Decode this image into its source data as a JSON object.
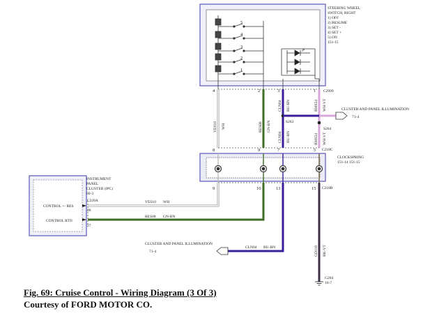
{
  "colors": {
    "box_border": "#5a58b8",
    "box_fill": "#ececf7",
    "wire_white": "#bdbdbd",
    "wire_gn_bn": "#3f6e25",
    "wire_bu_bn": "#3a1f9a",
    "wire_bk_vt": "#3b3246",
    "wire_wh_vt": "#d8a8dc",
    "wire_bn": "#6b5b3a"
  },
  "switch_box": {
    "label_lines": [
      "STEERING WHEEL",
      "SWITCH, RIGHT",
      "1) OFF",
      "2) RESUME",
      "3) SET -",
      "4) SET +",
      "5) ON",
      "151-15"
    ],
    "switch_numbers": [
      "5",
      "4",
      "3",
      "2",
      "1"
    ],
    "pins": [
      "4",
      "2",
      "3",
      "1"
    ],
    "connector": "C2999"
  },
  "clockspring": {
    "label_lines": [
      "CLOCKSPRING",
      "151-14  151-15"
    ],
    "top_pins": [
      "8",
      "9",
      "7",
      "5"
    ],
    "top_connector": "C218C",
    "bottom_pins": [
      "9",
      "10",
      "13",
      "15"
    ],
    "bottom_connector": "C218B"
  },
  "ipc": {
    "label_lines": [
      "INSTRUMENT",
      "PANEL",
      "CLUSTER (IPC)",
      "60-3"
    ],
    "connector": "C220A",
    "pins": [
      {
        "label": "CONTROL +- RES",
        "pin": "28"
      },
      {
        "label": "CONTROL RTN",
        "pin": "27"
      }
    ]
  },
  "wires": {
    "ves10": {
      "circuit": "VES10",
      "color": "WH"
    },
    "res08": {
      "circuit": "RES08",
      "color": "GN-BN"
    },
    "cln04": {
      "circuit": "CLN04",
      "color": "BU-BN"
    },
    "rms54": {
      "circuit": "RMS54",
      "color": "WH-VT"
    },
    "gd116": {
      "circuit": "GD116",
      "color": "BK-VT"
    }
  },
  "splices": [
    "S263",
    "S264"
  ],
  "cluster_illum": {
    "label": "CLUSTER AND PANEL ILLUMINATION",
    "ref": "71-4"
  },
  "ground": {
    "name": "G204",
    "ref": "10-7"
  },
  "caption": {
    "line1": "Fig. 69: Cruise Control - Wiring Diagram (3 Of 3)",
    "line2": "Courtesy of FORD MOTOR CO."
  }
}
